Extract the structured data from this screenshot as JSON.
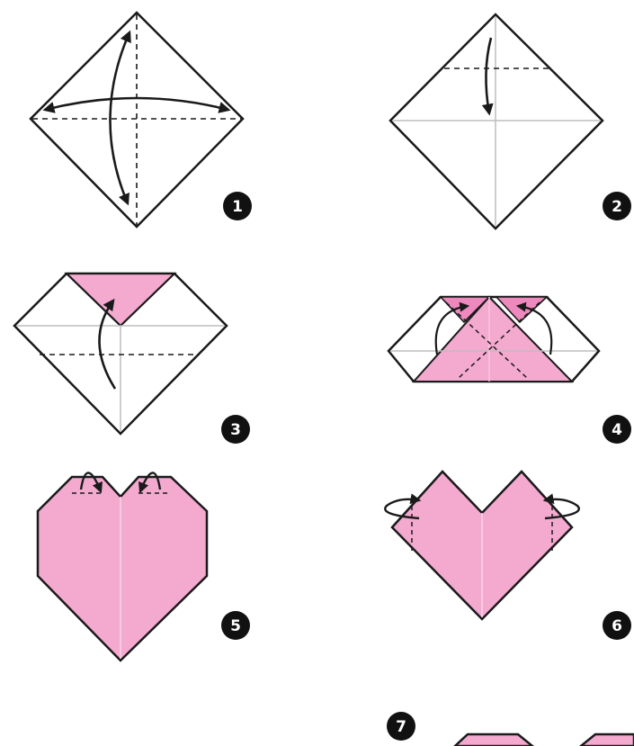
{
  "title": "",
  "colors": {
    "paper": "#ffffff",
    "pink": "#f4a9cf",
    "pink_dark": "#ee89bd",
    "line": "#1a1a1a",
    "crease": "#bdbdbd",
    "badge": "#111111"
  },
  "steps": [
    {
      "number": "1"
    },
    {
      "number": "2"
    },
    {
      "number": "3"
    },
    {
      "number": "4"
    },
    {
      "number": "5"
    },
    {
      "number": "6"
    },
    {
      "number": "7"
    }
  ]
}
